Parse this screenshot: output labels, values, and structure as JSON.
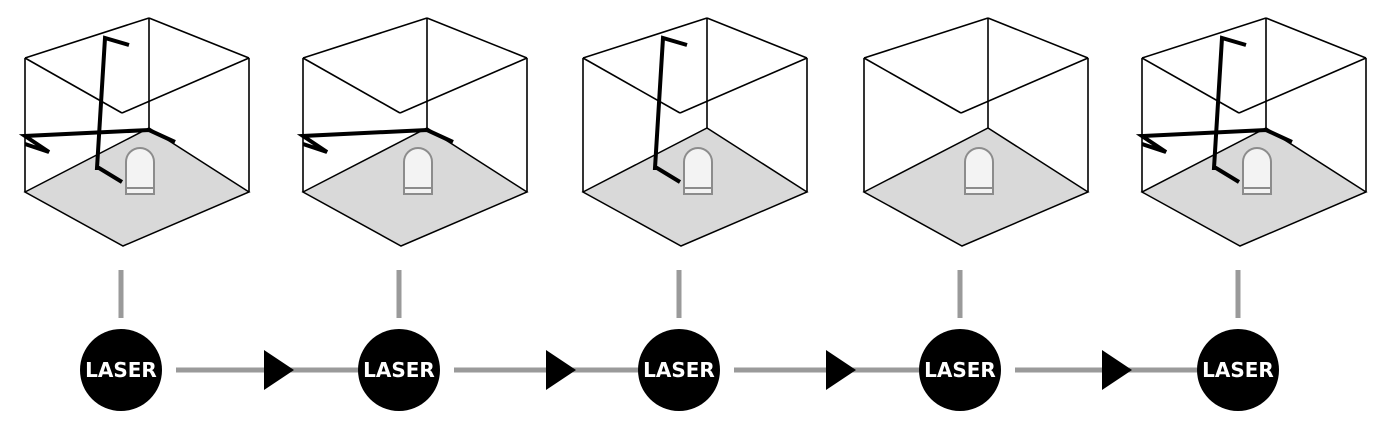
{
  "diagram": {
    "colors": {
      "background": "#ffffff",
      "outline": "#000000",
      "floor": "#d9d9d9",
      "device_stroke": "#8c8c8c",
      "device_fill": "#f3f3f3",
      "connector": "#9a9a9a",
      "button_fill": "#000000",
      "button_text": "#ffffff",
      "arrow": "#000000"
    },
    "modes": [
      {
        "label": "LASER",
        "vertical_line": true,
        "horizontal_line": true
      },
      {
        "label": "LASER",
        "vertical_line": false,
        "horizontal_line": true
      },
      {
        "label": "LASER",
        "vertical_line": true,
        "horizontal_line": false
      },
      {
        "label": "LASER",
        "vertical_line": false,
        "horizontal_line": false
      },
      {
        "label": "LASER",
        "vertical_line": true,
        "horizontal_line": true
      }
    ],
    "transition_arrows": 4
  }
}
